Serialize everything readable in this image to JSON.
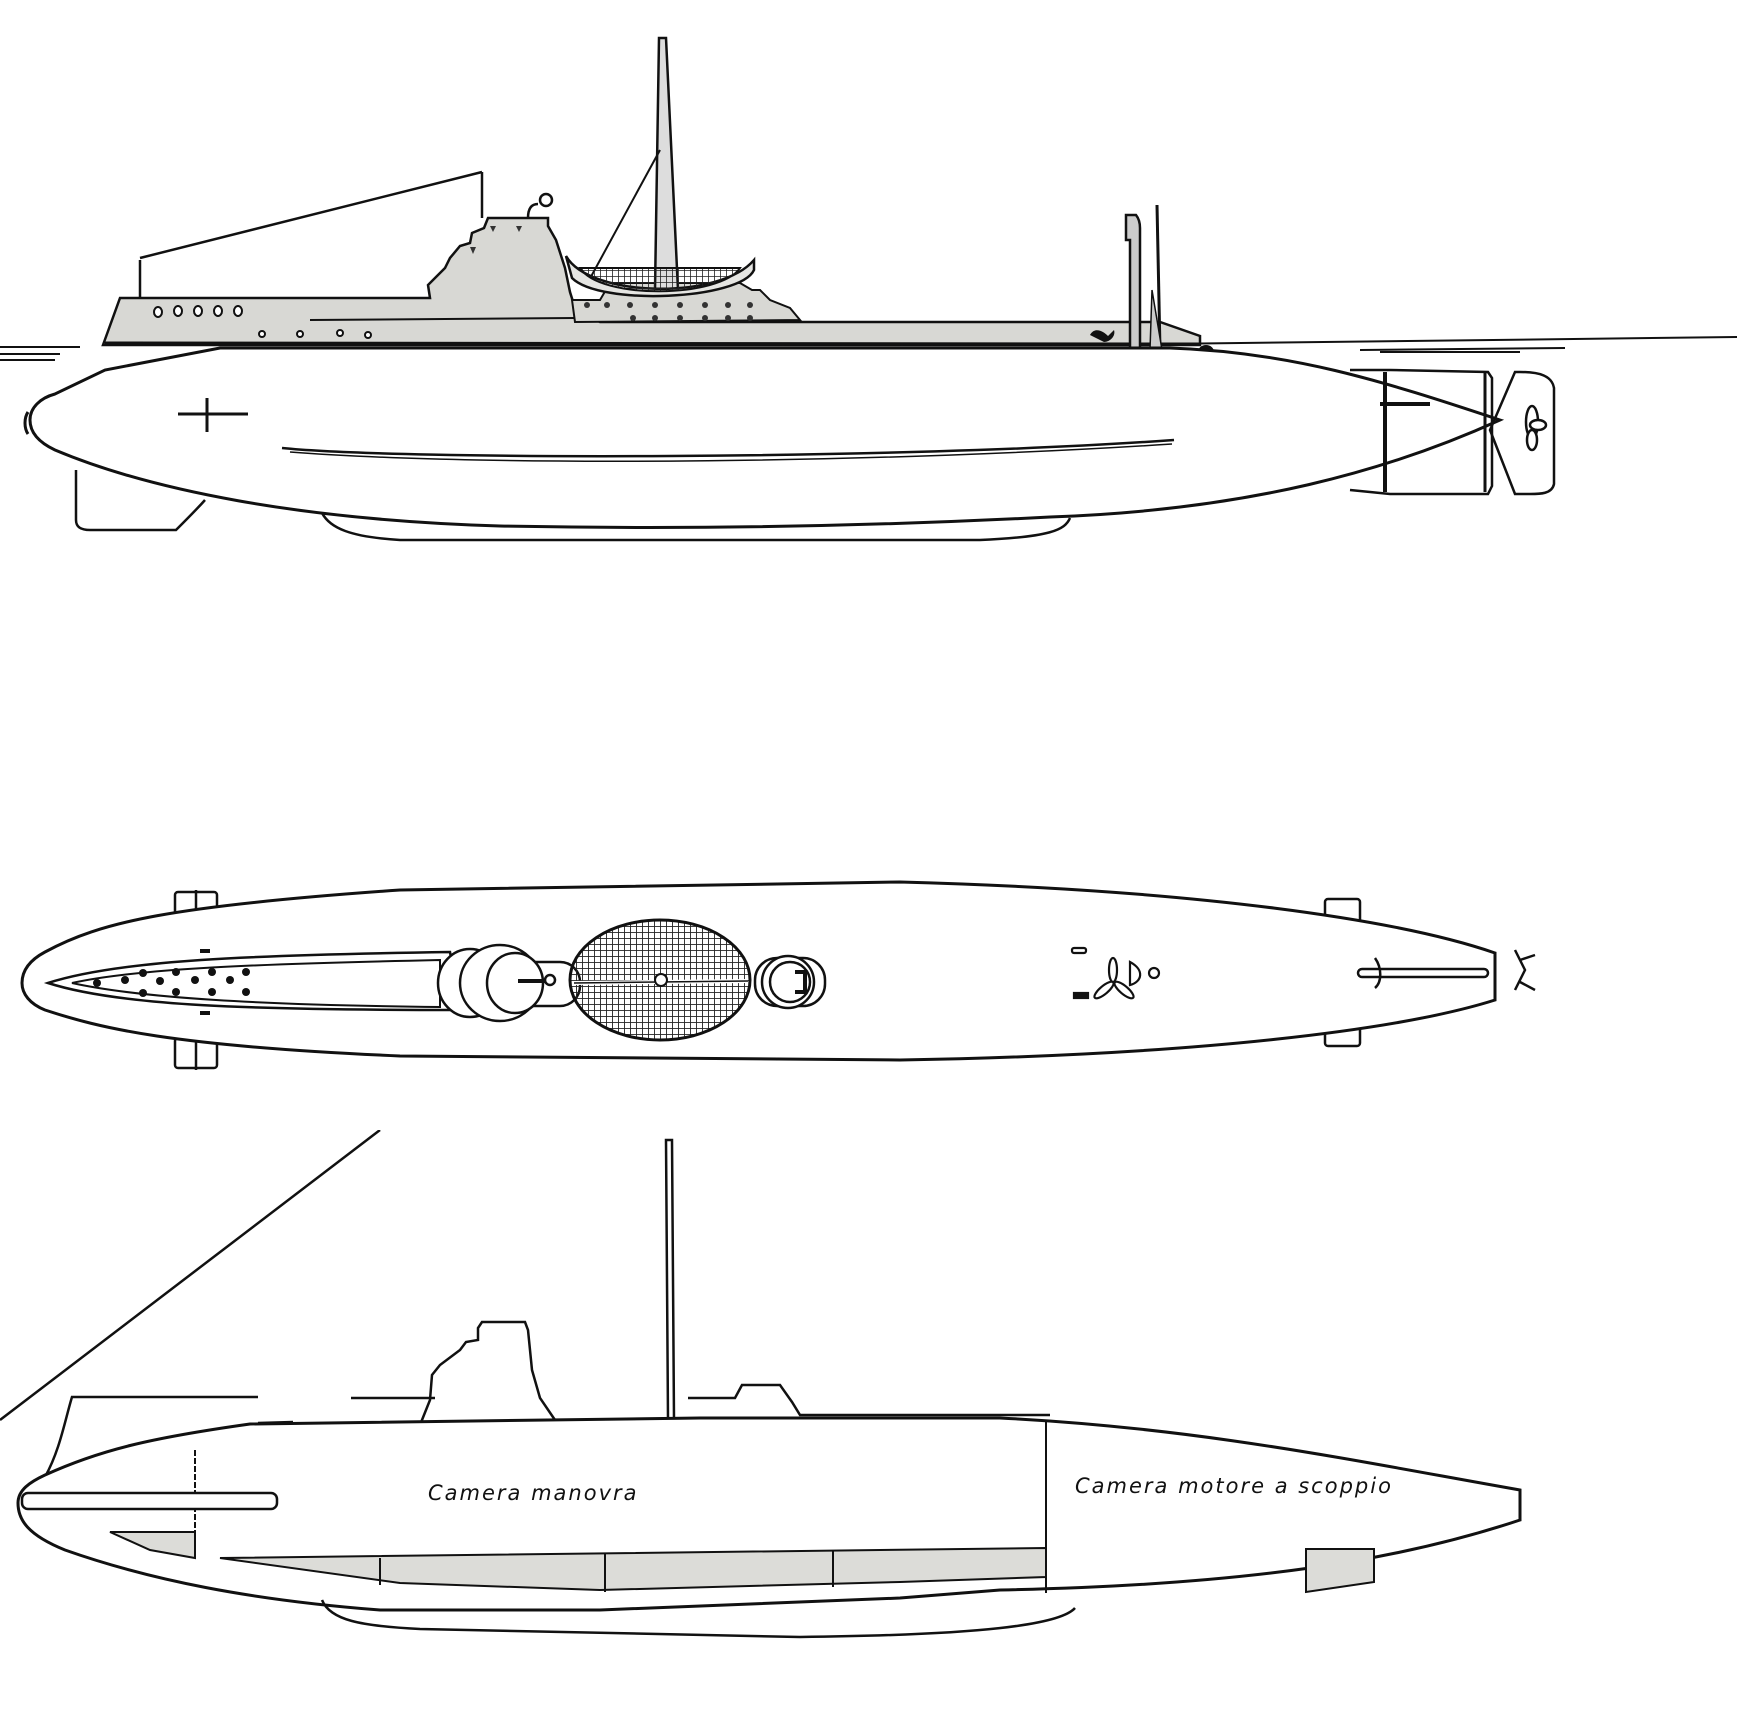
{
  "figure": {
    "type": "technical-drawing",
    "subject": "early submarine",
    "colors": {
      "background": "#ffffff",
      "line": "#111111",
      "shaded_superstructure": "#d8d8d4",
      "shaded_tanks": "#dcdcd8",
      "hatching": "#222222"
    }
  },
  "views": [
    {
      "id": "side-elevation",
      "description": "Side view, surfaced at waterline"
    },
    {
      "id": "plan-view",
      "description": "Top view"
    },
    {
      "id": "longitudinal-section",
      "description": "Cutaway side view with compartment labels"
    }
  ],
  "section": {
    "labels": {
      "control_room": "Camera manovra",
      "engine_room": "Camera motore a scoppio"
    }
  }
}
